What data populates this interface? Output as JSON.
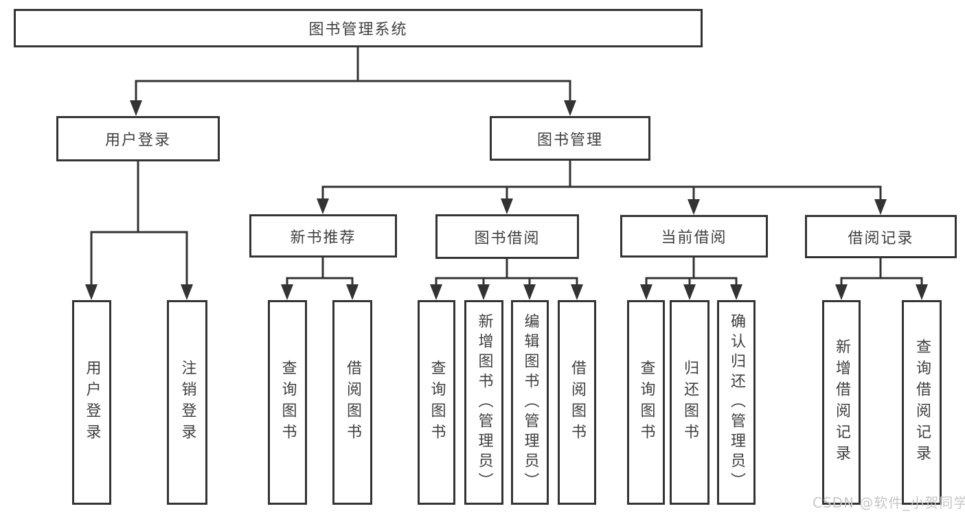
{
  "diagram": {
    "root": {
      "label": "图书管理系统"
    },
    "level2": [
      {
        "label": "用户登录"
      },
      {
        "label": "图书管理"
      }
    ],
    "level3": [
      {
        "label": "新书推荐"
      },
      {
        "label": "图书借阅"
      },
      {
        "label": "当前借阅"
      },
      {
        "label": "借阅记录"
      }
    ],
    "leaves": {
      "user": [
        "用户登录",
        "注销登录"
      ],
      "newbooks": [
        "查询图书",
        "借阅图书"
      ],
      "borrow": [
        "查询图书",
        "新增图书（管理员）",
        "编辑图书（管理员）",
        "借阅图书"
      ],
      "current": [
        "查询图书",
        "归还图书",
        "确认归还（管理员）"
      ],
      "records": [
        "新增借阅记录",
        "查询借阅记录"
      ]
    }
  },
  "watermark": {
    "text": "CSDN @软件_小贺同学"
  },
  "colors": {
    "line": "#333333",
    "border": "#333333",
    "text": "#3f3f3f",
    "watermark": "#c7c7c7",
    "background": "#ffffff"
  }
}
